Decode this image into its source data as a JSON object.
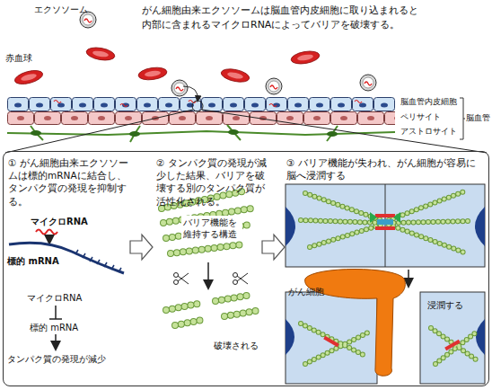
{
  "diagram": {
    "title": "がん細胞由来エクソソームは脳血管内皮細胞に取り込まれると 内部に含まれるマイクロRNAによってバリアを破壊する。",
    "nodes": [
      {
        "text": [
          "① がん細胞由来エクソソームは標的mRNAに結合し、タンパク質の発現を抑制する。",
          "② タンパク質の発現が減少した結果、バリアを破壊する別のタンパク質が活性化される。",
          "③ バリア機能が失われ、がん細胞が容易に脳へ浸潤する"
        ]
      }
    ],
    "labels": [
      "エクソソーム",
      "赤血球",
      "脳血管内皮細胞",
      "ペリサイト",
      "アストロサイト",
      "脳血管",
      "マイクロRNA",
      "標的 mRNA",
      "マイクロRNA",
      "標的 mRNA",
      "タンパク質の発現が減少",
      "バリア機能を維持する構造",
      "破壊される",
      "がん細胞",
      "浸潤する"
    ]
  }
}
